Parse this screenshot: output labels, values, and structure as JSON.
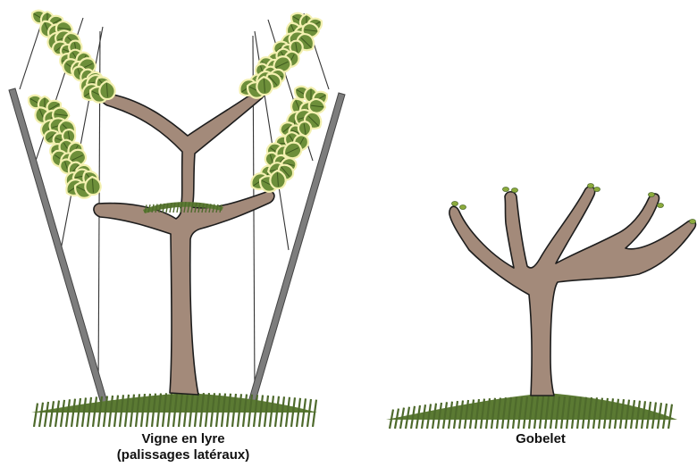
{
  "figures": [
    {
      "id": "lyre",
      "caption_line1": "Vigne en lyre",
      "caption_line2": "(palissages latéraux)"
    },
    {
      "id": "gobelet",
      "caption": "Gobelet"
    }
  ],
  "colors": {
    "trunk_fill": "#a38a7a",
    "trunk_stroke": "#1d1d1d",
    "ground": "#4e6a2c",
    "leaf_fill": "#6d8f3a",
    "leaf_dark": "#3e5a1e",
    "leaf_glow": "#f3f0b0",
    "bud": "#8cab3c",
    "post": "#7a7a7a",
    "post_dark": "#4d4d4d",
    "wire": "#333333"
  }
}
